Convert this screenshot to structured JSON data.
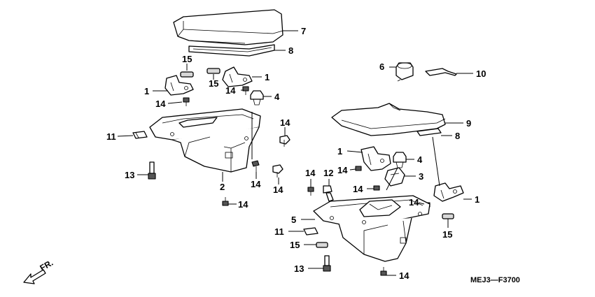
{
  "diagram_code": "MEJ3—F3700",
  "direction_label": "FR.",
  "callouts": {
    "left_7": "7",
    "left_8": "8",
    "left_15a": "15",
    "left_15b": "15",
    "left_1a": "1",
    "left_1b": "1",
    "left_14a": "14",
    "left_14b": "14",
    "left_4": "4",
    "left_14c": "14",
    "left_11": "11",
    "left_13": "13",
    "left_2": "2",
    "left_14d": "14",
    "left_14e": "14",
    "left_14f": "14",
    "right_6": "6",
    "right_10": "10",
    "right_9": "9",
    "right_8": "8",
    "right_1a": "1",
    "right_14a": "14",
    "right_4": "4",
    "right_3": "3",
    "right_14b": "14",
    "right_12": "12",
    "right_14c": "14",
    "right_14d": "14",
    "right_1b": "1",
    "right_5": "5",
    "right_11": "11",
    "right_15a": "15",
    "right_15b": "15",
    "right_13": "13",
    "right_14e": "14"
  }
}
